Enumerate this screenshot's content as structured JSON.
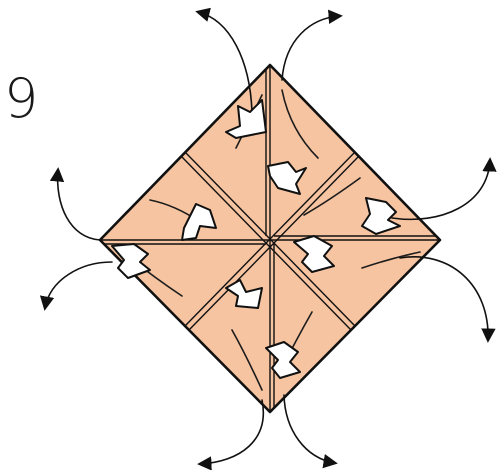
{
  "diagram": {
    "step_number": "9",
    "colors": {
      "paper": "#f6c4a0",
      "outline": "#111111",
      "arrow_fill": "#ffffff",
      "background": "#ffffff"
    },
    "icons": [
      "open-flap-arrow-icon",
      "pull-out-arrow-icon"
    ],
    "counts": {
      "flap_arrows": 8,
      "pull_out_arrows": 8
    }
  }
}
